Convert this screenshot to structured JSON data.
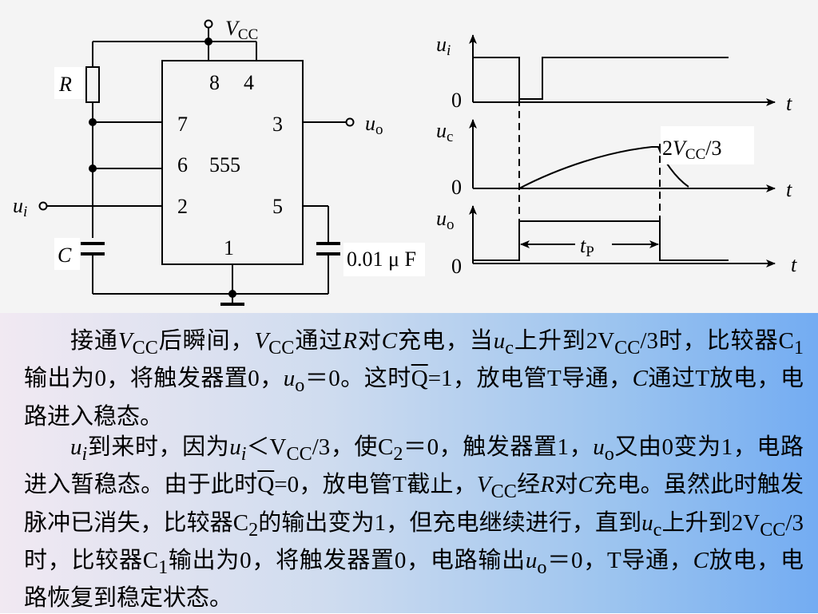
{
  "circuit": {
    "vcc_main": "V",
    "vcc_sub": "CC",
    "r": "R",
    "c": "C",
    "ui_main": "u",
    "ui_sub": "i",
    "uo_main": "u",
    "uo_sub": "o",
    "chip": "555",
    "pins": {
      "p8": "8",
      "p4": "4",
      "p7": "7",
      "p3": "3",
      "p6": "6",
      "p2": "2",
      "p5": "5",
      "p1": "1"
    },
    "cap_value": "0.01 μ F"
  },
  "waveforms": {
    "ui_main": "u",
    "ui_sub": "i",
    "uc_main": "u",
    "uc_sub": "c",
    "uo_main": "u",
    "uo_sub": "o",
    "zero": "0",
    "t": "t",
    "level_pre": "2",
    "level_main": "V",
    "level_sub": "CC",
    "level_post": "/3",
    "tp_main": "t",
    "tp_sub": "P"
  },
  "text": {
    "p1": {
      "a1": "接通",
      "a2": "V",
      "a3": "CC",
      "a4": "后瞬间，",
      "a5": "V",
      "a6": "CC",
      "a7": "通过",
      "a8": "R",
      "a9": "对",
      "a10": "C",
      "a11": "充电，当",
      "a12": "u",
      "a13": "c",
      "a14": "上升到2V",
      "a15": "CC",
      "a16": "/3时，比较器C",
      "a17": "1",
      "a18": "输出为0，将触发器置0，",
      "a19": "u",
      "a20": "o",
      "a21": "＝0。这时",
      "a22": "Q",
      "a23": "=1，放电管T导通，",
      "a24": "C",
      "a25": "通过T放电，电路进入稳态。"
    },
    "p2": {
      "b1": "u",
      "b2": "i",
      "b3": "到来时，因为",
      "b4": "u",
      "b5": "i",
      "b6": "＜V",
      "b7": "CC",
      "b8": "/3，使C",
      "b9": "2",
      "b10": "＝0，触发器置1，",
      "b11": "u",
      "b12": "o",
      "b13": "又由0变为1，电路进入暂稳态。由于此时",
      "b14": "Q",
      "b15": "=0，放电管T截止，",
      "b16": "V",
      "b17": "CC",
      "b18": "经",
      "b19": "R",
      "b20": "对",
      "b21": "C",
      "b22": "充电。虽然此时触发脉冲已消失，比较器C",
      "b23": "2",
      "b24": "的输出变为1，但充电继续进行，直到",
      "b25": "u",
      "b26": "c",
      "b27": "上升到2V",
      "b28": "CC",
      "b29": "/3时，比较器C",
      "b30": "1",
      "b31": "输出为0，将触发器置0，电路输出",
      "b32": "u",
      "b33": "o",
      "b34": "＝0，T导通，",
      "b35": "C",
      "b36": "放电，电路恢复到稳定状态。"
    }
  }
}
